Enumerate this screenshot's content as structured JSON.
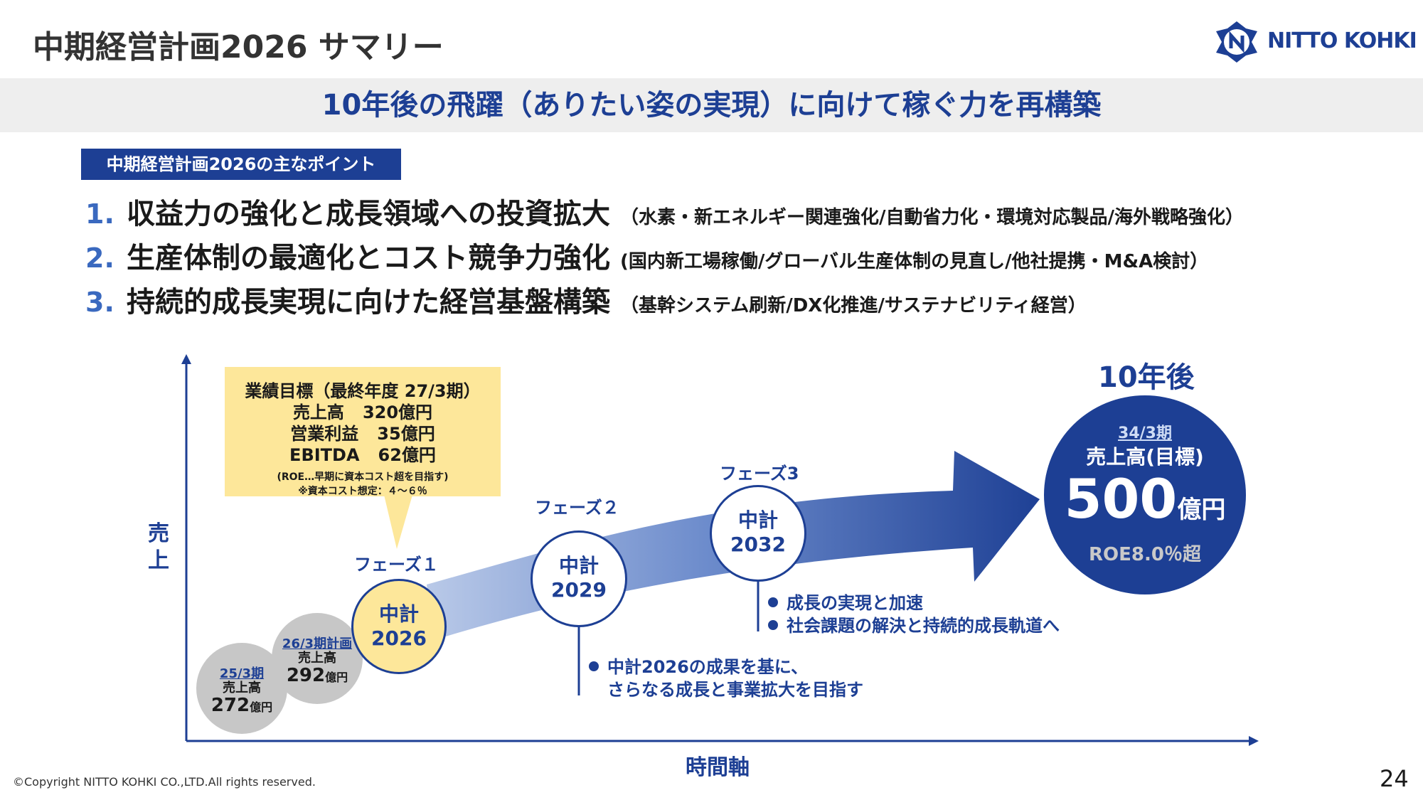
{
  "header": {
    "title": "中期経営計画2026 サマリー",
    "logo_text": "NITTO KOHKI",
    "logo_icon": "nitto-kohki-logo-icon"
  },
  "banner": {
    "text": "10年後の飛躍（ありたい姿の実現）に向けて稼ぐ力を再構築"
  },
  "points": {
    "label": "中期経営計画2026の主なポイント",
    "items": [
      {
        "num": "1.",
        "main": "収益力の強化と成長領域への投資拡大",
        "sub": "（水素・新エネルギー関連強化/自動省力化・環境対応製品/海外戦略強化）"
      },
      {
        "num": "2.",
        "main": "生産体制の最適化とコスト競争力強化",
        "sub": "(国内新工場稼働/グローバル生産体制の見直し/他社提携・M&A検討）"
      },
      {
        "num": "3.",
        "main": "持続的成長実現に向けた経営基盤構築",
        "sub": "（基幹システム刷新/DX化推進/サステナビリティ経営）"
      }
    ]
  },
  "callout": {
    "title": "業績目標（最終年度 27/3期）",
    "rows": [
      {
        "label": "売上高",
        "value": "320億円"
      },
      {
        "label": "営業利益",
        "value": "35億円"
      },
      {
        "label": "EBITDA",
        "value": "62億円"
      }
    ],
    "note1": "(ROE…早期に資本コスト超を目指す)",
    "note2": "※資本コスト想定：４～６％"
  },
  "history": {
    "fy25": {
      "period": "25/3期",
      "label": "売上高",
      "value": "272",
      "unit": "億円"
    },
    "fy26": {
      "period": "26/3期計画",
      "label": "売上高",
      "value": "292",
      "unit": "億円"
    }
  },
  "phases": [
    {
      "label": "フェーズ１",
      "line1": "中計",
      "line2": "2026"
    },
    {
      "label": "フェーズ２",
      "line1": "中計",
      "line2": "2029"
    },
    {
      "label": "フェーズ3",
      "line1": "中計",
      "line2": "2032"
    }
  ],
  "bullets": {
    "phase2": [
      "中計2026の成果を基に、",
      "さらなる成長と事業拡大を目指す"
    ],
    "phase3": [
      "成長の実現と加速",
      "社会課題の解決と持続的成長軌道へ"
    ]
  },
  "target": {
    "heading": "10年後",
    "period": "34/3期",
    "label": "売上高(目標)",
    "value": "500",
    "unit": "億円",
    "roe": "ROE8.0％超"
  },
  "axes": {
    "y_label": "売上",
    "x_label": "時間軸"
  },
  "footer": {
    "copyright": "©Copyright NITTO KOHKI CO.,LTD.All rights reserved.",
    "page": "24"
  },
  "colors": {
    "brand": "#1d3f94",
    "accent": "#3a69bf",
    "callout": "#fde79a",
    "gray": "#c7c7c7",
    "banner": "#eeeeee"
  }
}
